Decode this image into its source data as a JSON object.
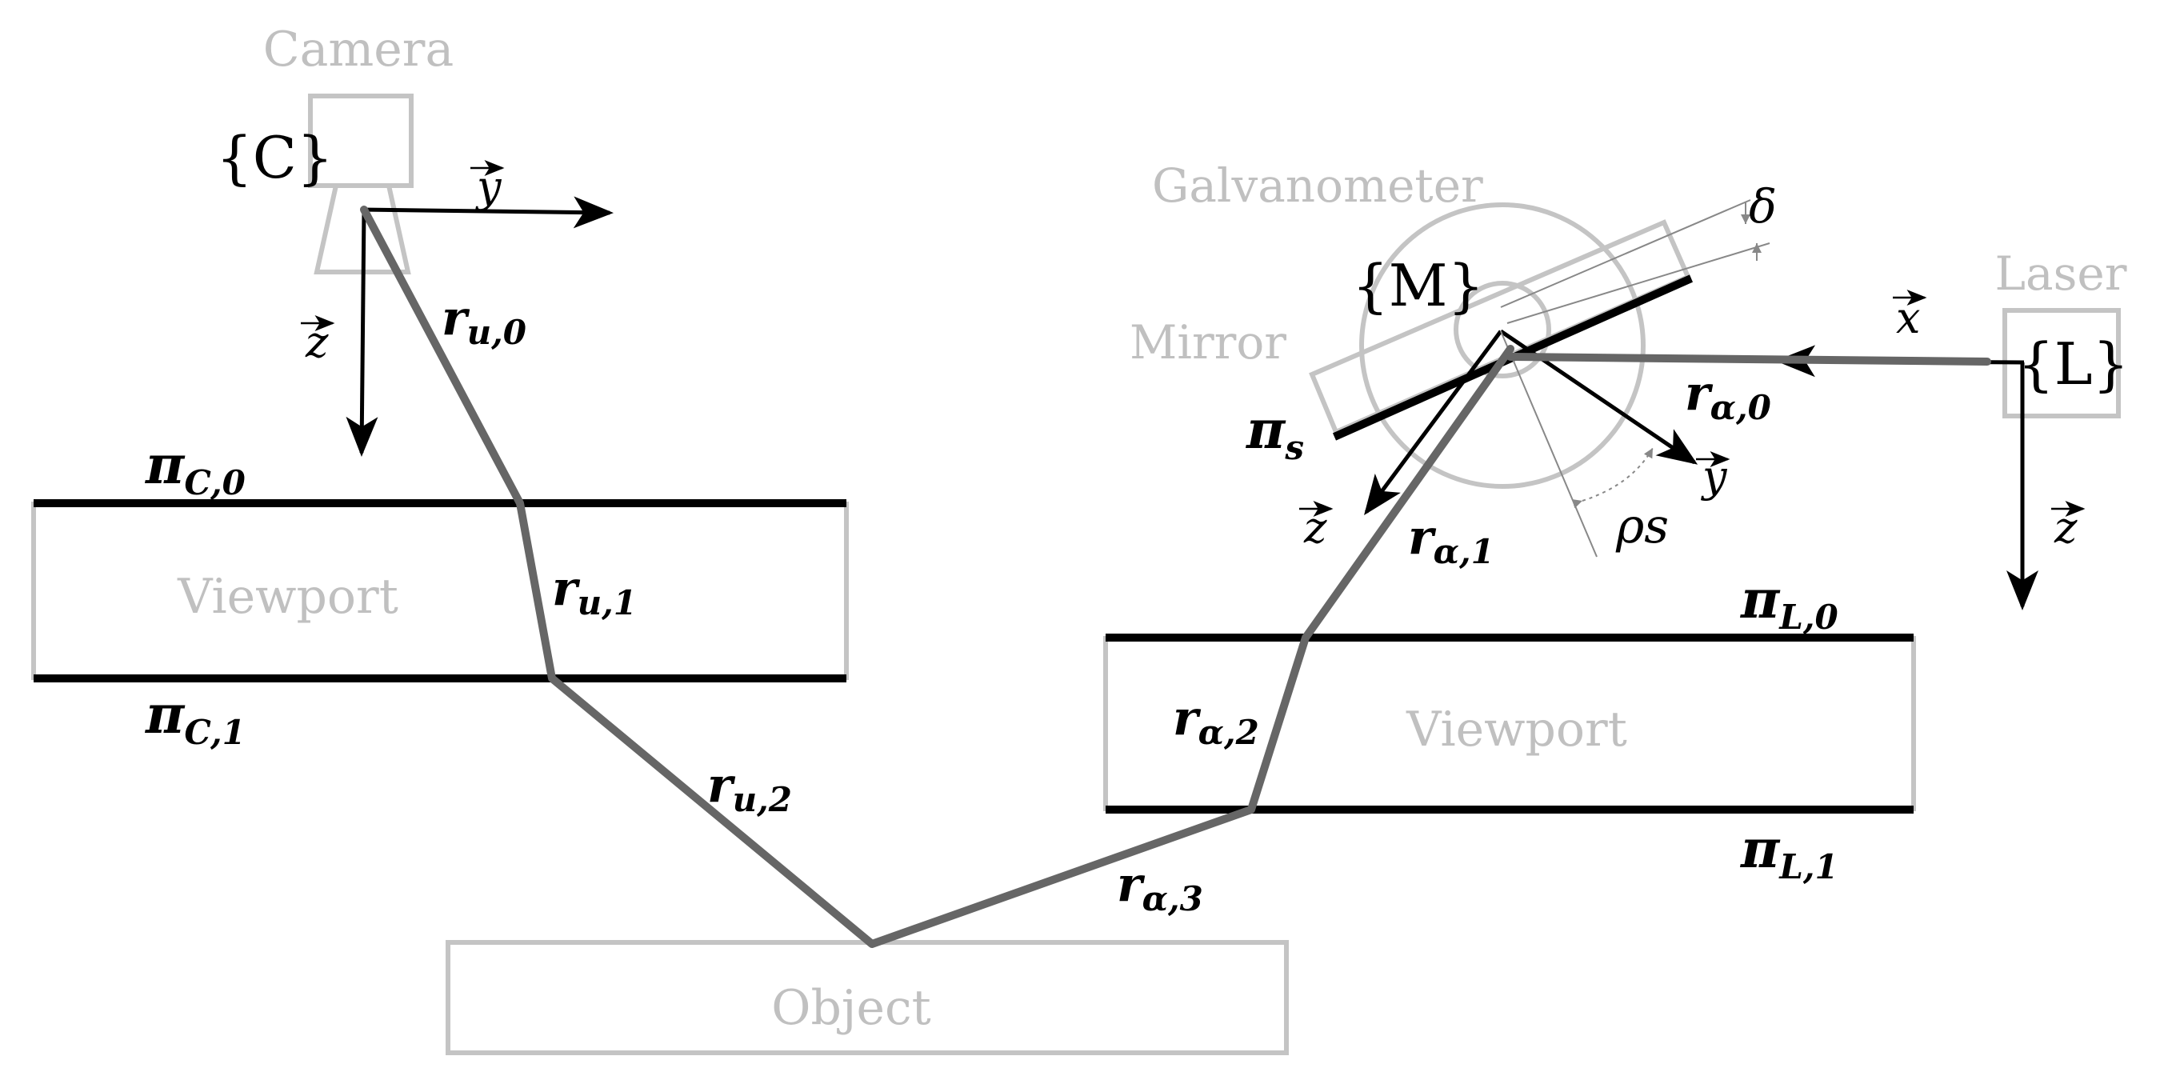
{
  "labels": {
    "camera": "Camera",
    "camera_frame": "{C}",
    "galvanometer": "Galvanometer",
    "mirror": "Mirror",
    "mirror_frame": "{M}",
    "laser": "Laser",
    "laser_frame": "{L}",
    "viewport_left": "Viewport",
    "viewport_right": "Viewport",
    "object": "Object",
    "delta": "δ",
    "rho_s": "ρs"
  },
  "axes": {
    "camera_y": "y",
    "camera_z": "z",
    "mirror_y": "y",
    "mirror_z": "z",
    "laser_x": "x",
    "laser_z": "z"
  },
  "planes": {
    "pi_c0": {
      "base": "π",
      "sub": "C,0"
    },
    "pi_c1": {
      "base": "π",
      "sub": "C,1"
    },
    "pi_l0": {
      "base": "π",
      "sub": "L,0"
    },
    "pi_l1": {
      "base": "π",
      "sub": "L,1"
    },
    "pi_s": {
      "base": "π",
      "sub": "s"
    }
  },
  "rays": {
    "r_u0": {
      "base": "r",
      "sub": "u,0"
    },
    "r_u1": {
      "base": "r",
      "sub": "u,1"
    },
    "r_u2": {
      "base": "r",
      "sub": "u,2"
    },
    "r_a0": {
      "base": "r",
      "sub": "α,0"
    },
    "r_a1": {
      "base": "r",
      "sub": "α,1"
    },
    "r_a2": {
      "base": "r",
      "sub": "α,2"
    },
    "r_a3": {
      "base": "r",
      "sub": "α,3"
    }
  },
  "colors": {
    "component_gray": "#c0c0c0",
    "ray_gray": "#666666",
    "plane_black": "#000000"
  }
}
